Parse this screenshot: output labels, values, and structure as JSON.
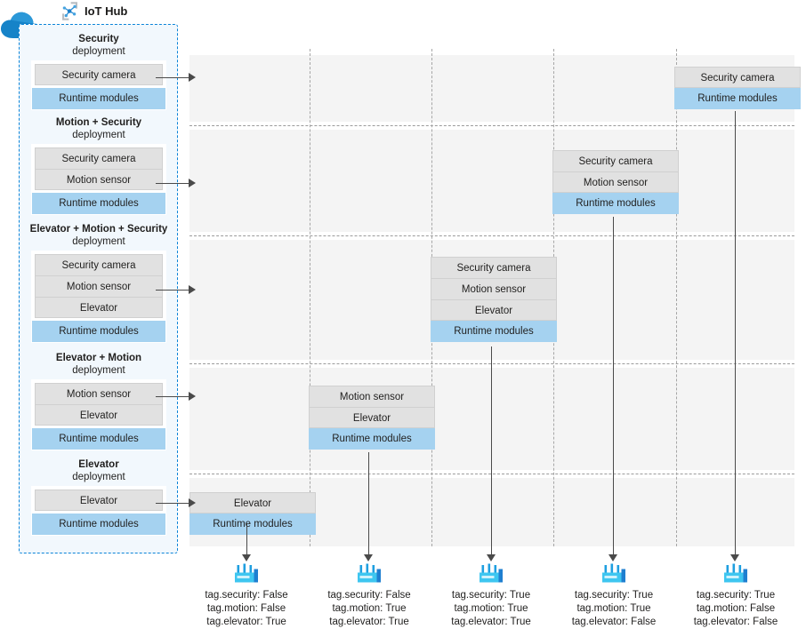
{
  "hub": {
    "title": "IoT Hub",
    "icon": "iot-hub-node-graph-icon",
    "cloud_icon": "cloud-icon",
    "accent_color": "#0b84d8",
    "panel_bg": "#f2f8fd"
  },
  "labels": {
    "runtime_modules": "Runtime modules",
    "deployment_suffix": "deployment"
  },
  "colors": {
    "module_gray": "#e1e1e1",
    "runtime_blue": "#a5d2f0",
    "band_gray": "#f4f4f4",
    "arrow": "#4a4a4a",
    "device_icon": "#32bdf0"
  },
  "deployments": [
    {
      "name": "Security",
      "sub": "deployment",
      "modules": [
        "Security camera"
      ],
      "runtime": "Runtime modules"
    },
    {
      "name": "Motion + Security",
      "sub": "deployment",
      "modules": [
        "Security camera",
        "Motion sensor"
      ],
      "runtime": "Runtime modules"
    },
    {
      "name": "Elevator + Motion + Security",
      "sub": "deployment",
      "modules": [
        "Security camera",
        "Motion sensor",
        "Elevator"
      ],
      "runtime": "Runtime modules"
    },
    {
      "name": "Elevator + Motion",
      "sub": "deployment",
      "modules": [
        "Motion sensor",
        "Elevator"
      ],
      "runtime": "Runtime modules"
    },
    {
      "name": "Elevator",
      "sub": "deployment",
      "modules": [
        "Elevator"
      ],
      "runtime": "Runtime modules"
    }
  ],
  "grid_boxes": [
    {
      "row": 0,
      "column": 4,
      "modules": [
        "Security camera"
      ],
      "runtime": "Runtime modules"
    },
    {
      "row": 1,
      "column": 3,
      "modules": [
        "Security camera",
        "Motion sensor"
      ],
      "runtime": "Runtime modules"
    },
    {
      "row": 2,
      "column": 2,
      "modules": [
        "Security camera",
        "Motion sensor",
        "Elevator"
      ],
      "runtime": "Runtime modules"
    },
    {
      "row": 3,
      "column": 1,
      "modules": [
        "Motion sensor",
        "Elevator"
      ],
      "runtime": "Runtime modules"
    },
    {
      "row": 4,
      "column": 0,
      "modules": [
        "Elevator"
      ],
      "runtime": "Runtime modules"
    }
  ],
  "devices": [
    {
      "icon": "factory-icon",
      "tags": [
        "tag.security: False",
        "tag.motion: False",
        "tag.elevator: True"
      ]
    },
    {
      "icon": "factory-icon",
      "tags": [
        "tag.security: False",
        "tag.motion: True",
        "tag.elevator: True"
      ]
    },
    {
      "icon": "factory-icon",
      "tags": [
        "tag.security: True",
        "tag.motion: True",
        "tag.elevator: True"
      ]
    },
    {
      "icon": "factory-icon",
      "tags": [
        "tag.security: True",
        "tag.motion: True",
        "tag.elevator: False"
      ]
    },
    {
      "icon": "factory-icon",
      "tags": [
        "tag.security: True",
        "tag.motion: False",
        "tag.elevator: False"
      ]
    }
  ]
}
